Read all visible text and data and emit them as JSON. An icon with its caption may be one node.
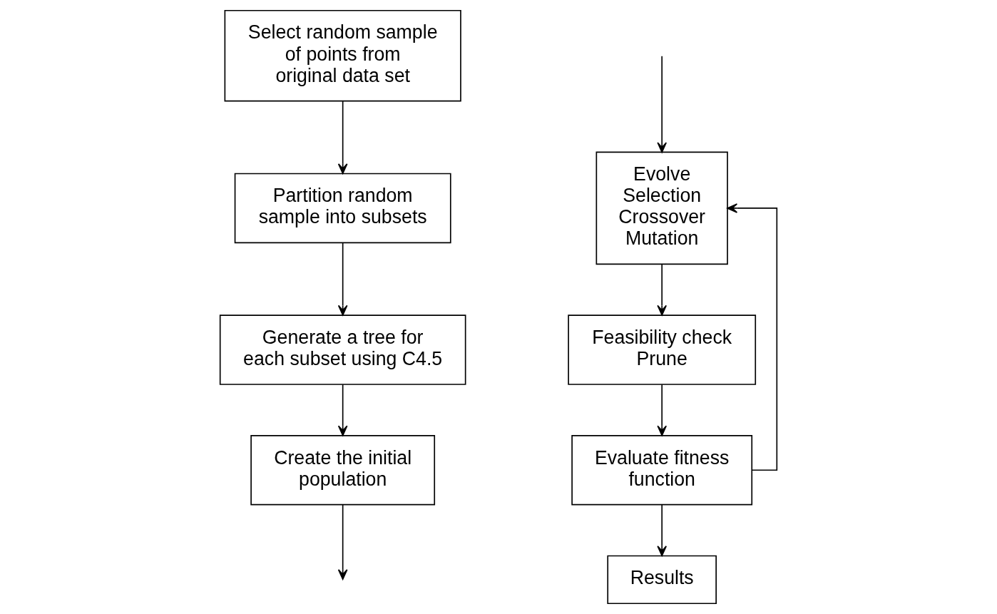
{
  "diagram": {
    "nodes": [
      {
        "text": [
          "Select random sample of points from original data set"
        ]
      },
      {
        "text": [
          "Partition random sample into subsets"
        ]
      },
      {
        "text": [
          "Generate a tree for each subset using C4.5"
        ]
      },
      {
        "text": [
          "Create the initial population"
        ]
      },
      {
        "text": [
          "Evolve Selection Crossover Mutation"
        ]
      },
      {
        "text": [
          "Feasibility check Prune"
        ]
      },
      {
        "text": [
          "Evaluate fitness function"
        ]
      },
      {
        "text": [
          "Results"
        ]
      }
    ],
    "edges": [
      {
        "from": 0,
        "to": 1,
        "arrow": "to"
      },
      {
        "from": 1,
        "to": 2,
        "arrow": "to"
      },
      {
        "from": 2,
        "to": 3,
        "arrow": "to"
      },
      {
        "from": 3,
        "to": null,
        "arrow": "to"
      },
      {
        "from": null,
        "to": 4,
        "arrow": "to"
      },
      {
        "from": 4,
        "to": 5,
        "arrow": "to"
      },
      {
        "from": 5,
        "to": 6,
        "arrow": "to"
      },
      {
        "from": 6,
        "to": 4,
        "arrow": "to"
      },
      {
        "from": 6,
        "to": 7,
        "arrow": "to"
      }
    ]
  }
}
